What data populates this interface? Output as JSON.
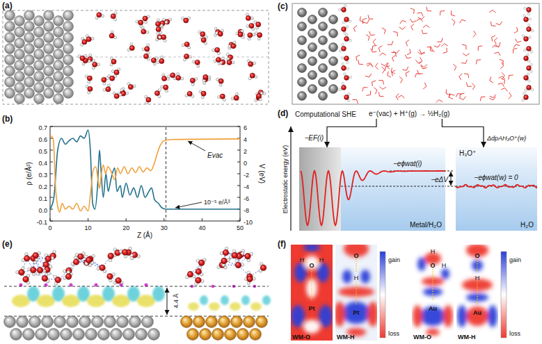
{
  "diagram": {
    "nodes": [
      {
        "text": [
          "e⁻(vac) + H⁺(g) → ½H₂(g)"
        ]
      },
      {
        "text": [
          "Metal/H₂O"
        ]
      },
      {
        "text": [
          "H₃O⁺",
          "H₂O"
        ]
      }
    ],
    "edges": [
      {
        "from": 0,
        "to": 1,
        "arrow": "to",
        "label": "−EF(i)"
      },
      {
        "from": 0,
        "to": 2,
        "arrow": "to",
        "label": "ΔdpAH₃O⁺(w)"
      }
    ],
    "labels": [
      "(a)",
      "(b)",
      "(c)",
      "(d)",
      "(e)",
      "(f)",
      "ρ (e/Å³)",
      "V (eV)",
      "Z (Å)",
      "0.7",
      "0.6",
      "0.5",
      "0.4",
      "0.3",
      "0.2",
      "0.1",
      "0.0",
      "-0.1",
      "6",
      "4",
      "2",
      "0",
      "-2",
      "-4",
      "-6",
      "-8",
      "-10",
      "0",
      "10",
      "20",
      "30",
      "40",
      "50",
      "Evac",
      "10⁻⁵ e/Å³",
      "Computational SHE",
      "Electrostatic energy (eV)",
      "−eϕwat(i)",
      "−eΔV",
      "−eϕwat(w) = 0",
      "4.4 Å",
      "H",
      "O",
      "H",
      "Pt",
      "WM-O",
      "O",
      "H",
      "Pt",
      "WM-H",
      "gain",
      "loss",
      "H",
      "O",
      "H",
      "Au",
      "WM-O",
      "O",
      "H",
      "Au",
      "WM-H",
      "gain",
      "loss"
    ]
  }
}
